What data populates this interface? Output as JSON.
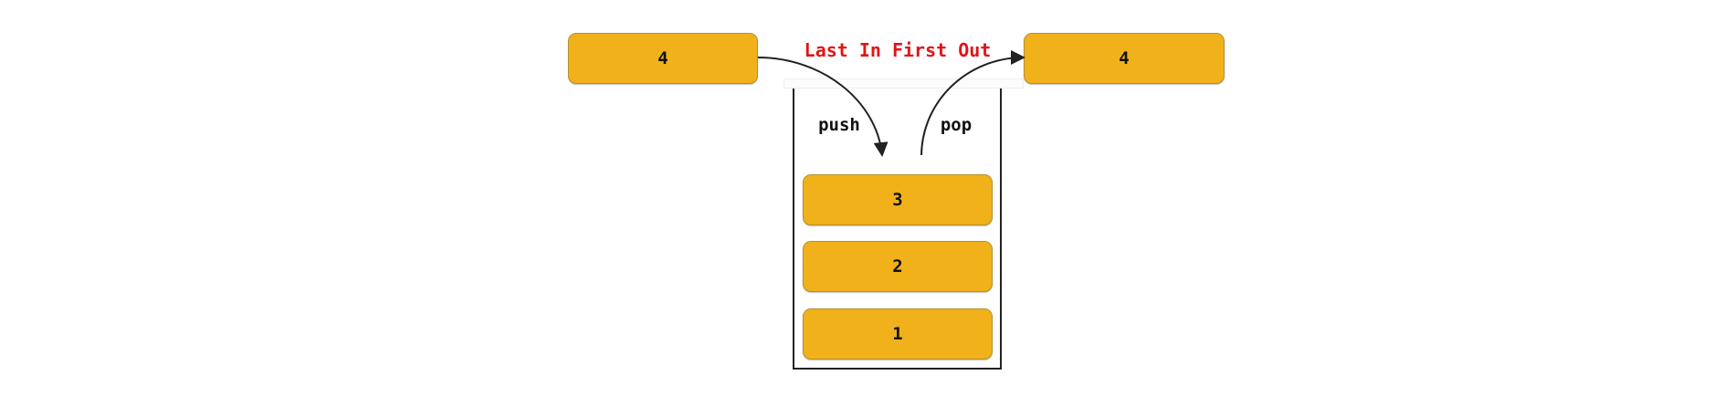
{
  "title": "Last In First Out",
  "incoming_element": "4",
  "outgoing_element": "4",
  "push_label": "push",
  "pop_label": "pop",
  "stack_items": [
    "3",
    "2",
    "1"
  ],
  "colors": {
    "element_fill": "#f0b11a",
    "title": "#e01515",
    "stroke": "#222222"
  }
}
